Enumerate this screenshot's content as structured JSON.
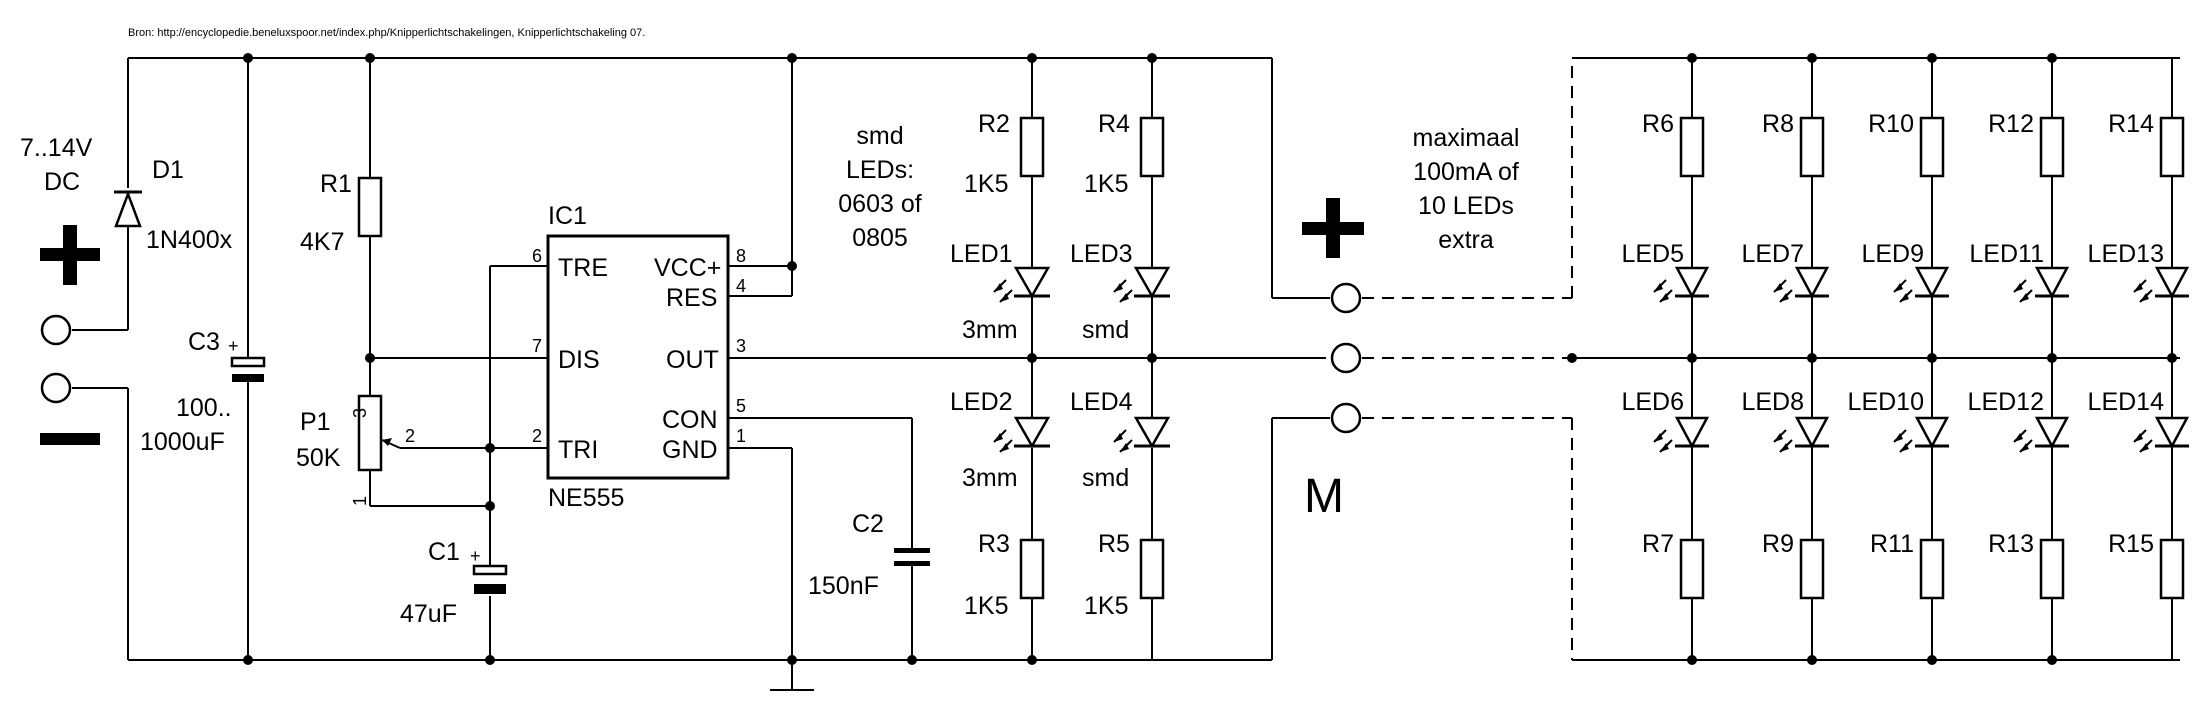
{
  "source": "Bron: http://encyclopedie.beneluxspoor.net/index.php/Knipperlichtschakelingen, Knipperlichtschakeling 07.",
  "supply": {
    "voltage": "7..14V",
    "type": "DC",
    "plus": "+",
    "minus": "−"
  },
  "parts": {
    "D1": {
      "ref": "D1",
      "value": "1N400x"
    },
    "C3": {
      "ref": "C3",
      "value_1": "100..",
      "value_2": "1000uF",
      "pol": "+"
    },
    "R1": {
      "ref": "R1",
      "value": "4K7"
    },
    "P1": {
      "ref": "P1",
      "value": "50K",
      "pin1": "1",
      "pin2": "2",
      "pin3": "3"
    },
    "C1": {
      "ref": "C1",
      "value": "47uF",
      "pol": "+"
    },
    "C2": {
      "ref": "C2",
      "value": "150nF"
    },
    "IC1": {
      "ref": "IC1",
      "part": "NE555",
      "pins": {
        "tre": "TRE",
        "dis": "DIS",
        "tri": "TRI",
        "vcc": "VCC+",
        "res": "RES",
        "out": "OUT",
        "con": "CON",
        "gnd": "GND"
      },
      "pin_numbers": {
        "tre": "6",
        "dis": "7",
        "tri": "2",
        "vcc": "8",
        "res": "4",
        "out": "3",
        "con": "5",
        "gnd": "1"
      }
    },
    "R2": {
      "ref": "R2",
      "value": "1K5"
    },
    "R3": {
      "ref": "R3",
      "value": "1K5"
    },
    "R4": {
      "ref": "R4",
      "value": "1K5"
    },
    "R5": {
      "ref": "R5",
      "value": "1K5"
    },
    "LED1": {
      "ref": "LED1",
      "size": "3mm"
    },
    "LED2": {
      "ref": "LED2",
      "size": "3mm"
    },
    "LED3": {
      "ref": "LED3",
      "size": "smd"
    },
    "LED4": {
      "ref": "LED4",
      "size": "smd"
    }
  },
  "notes": {
    "smd": [
      "smd",
      "LEDs:",
      "0603 of",
      "0805"
    ],
    "max": [
      "maximaal",
      "100mA of",
      "10 LEDs",
      "extra"
    ],
    "plus": "+",
    "common": "M"
  },
  "extra": {
    "top_resistors": [
      "R6",
      "R8",
      "R10",
      "R12",
      "R14"
    ],
    "top_leds": [
      "LED5",
      "LED7",
      "LED9",
      "LED11",
      "LED13"
    ],
    "bottom_leds": [
      "LED6",
      "LED8",
      "LED10",
      "LED12",
      "LED14"
    ],
    "bottom_resistors": [
      "R7",
      "R9",
      "R11",
      "R13",
      "R15"
    ]
  }
}
